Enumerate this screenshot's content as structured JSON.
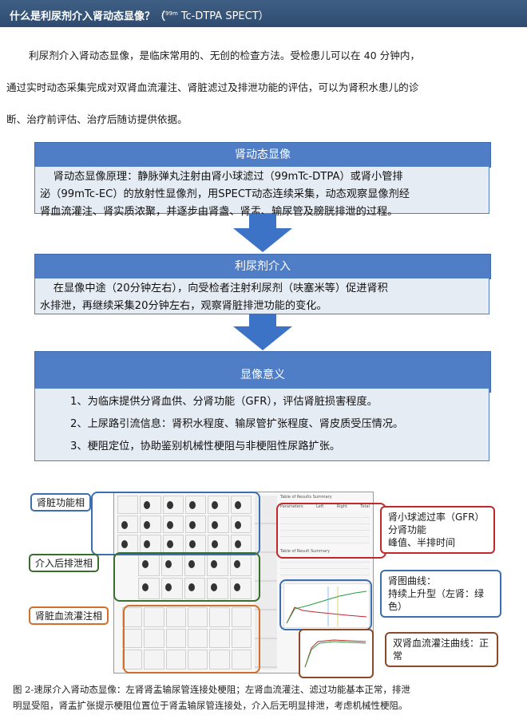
{
  "header": {
    "title": "什么是利尿剂介入肾动态显像？",
    "sup": "99m",
    "spect": "Tc-DTPA SPECT）",
    "open": "（"
  },
  "intro": [
    "利尿剂介入肾动态显像，是临床常用的、无创的检查方法。受检患儿可以在 40 分钟内，",
    "通过实时动态采集完成对双肾血流灌注、肾脏滤过及排泄功能的评估，可以为肾积水患儿的诊",
    "断、治疗前评估、治疗后随访提供依据。"
  ],
  "sections": [
    {
      "title": "肾动态显像",
      "lines": [
        "    肾动态显像原理：静脉弹丸注射由肾小球滤过（99mTc-DTPA）或肾小管排",
        "泌（99mTc-EC）的放射性显像剂，用SPECT动态连续采集，动态观察显像剂经",
        "肾血流灌注、肾实质浓聚，并逐步由肾盏、肾盂、输尿管及膀胱排泄的过程。"
      ]
    },
    {
      "title": "利尿剂介入",
      "lines": [
        "    在显像中途（20分钟左右），向受检者注射利尿剂（呋塞米等）促进肾积",
        "水排泄，再继续采集20分钟左右，观察肾脏排泄功能的变化。"
      ]
    },
    {
      "title": "显像意义",
      "lines": [
        "1、为临床提供分肾血供、分肾功能（GFR），评估肾脏损害程度。",
        "2、上尿路引流信息：肾积水程度、输尿管扩张程度、肾皮质受压情况。",
        "3、梗阻定位，协助鉴别机械性梗阻与非梗阻性尿路扩张。"
      ]
    }
  ],
  "figure": {
    "label_function": "肾脏功能相",
    "label_excretion": "介入后排泄相",
    "label_perfusion": "肾脏血流灌注相",
    "gfr_lines": [
      "肾小球滤过率（GFR）",
      "分肾功能",
      "峰值、半排时间"
    ],
    "renogram_lines": [
      "肾图曲线：",
      "持续上升型（左肾：绿色）"
    ],
    "perfusion_curve": "双肾血流灌注曲线：正常",
    "report_cols": [
      "Left",
      "Right",
      "Total"
    ],
    "report_title": "Table of Results Summary",
    "report_params": "Parameters",
    "report_results": "Table of Result Summary"
  },
  "caption": [
    "图 2-速尿介入肾动态显像：左肾肾盂输尿管连接处梗阻；左肾血流灌注、滤过功能基本正常，排泄",
    "明显受阻，肾盂扩张提示梗阻位置位于肾盂输尿管连接处，介入后无明显排泄，考虑机械性梗阻。"
  ],
  "colors": {
    "header": "#2f4c70",
    "bar": "#4f7dc6",
    "box": "#e6ecf4",
    "arrow": "#3d73c7",
    "red": "#c0282c",
    "blue": "#3b6fb0",
    "green": "#3a6e2f",
    "orange": "#d0702a"
  }
}
